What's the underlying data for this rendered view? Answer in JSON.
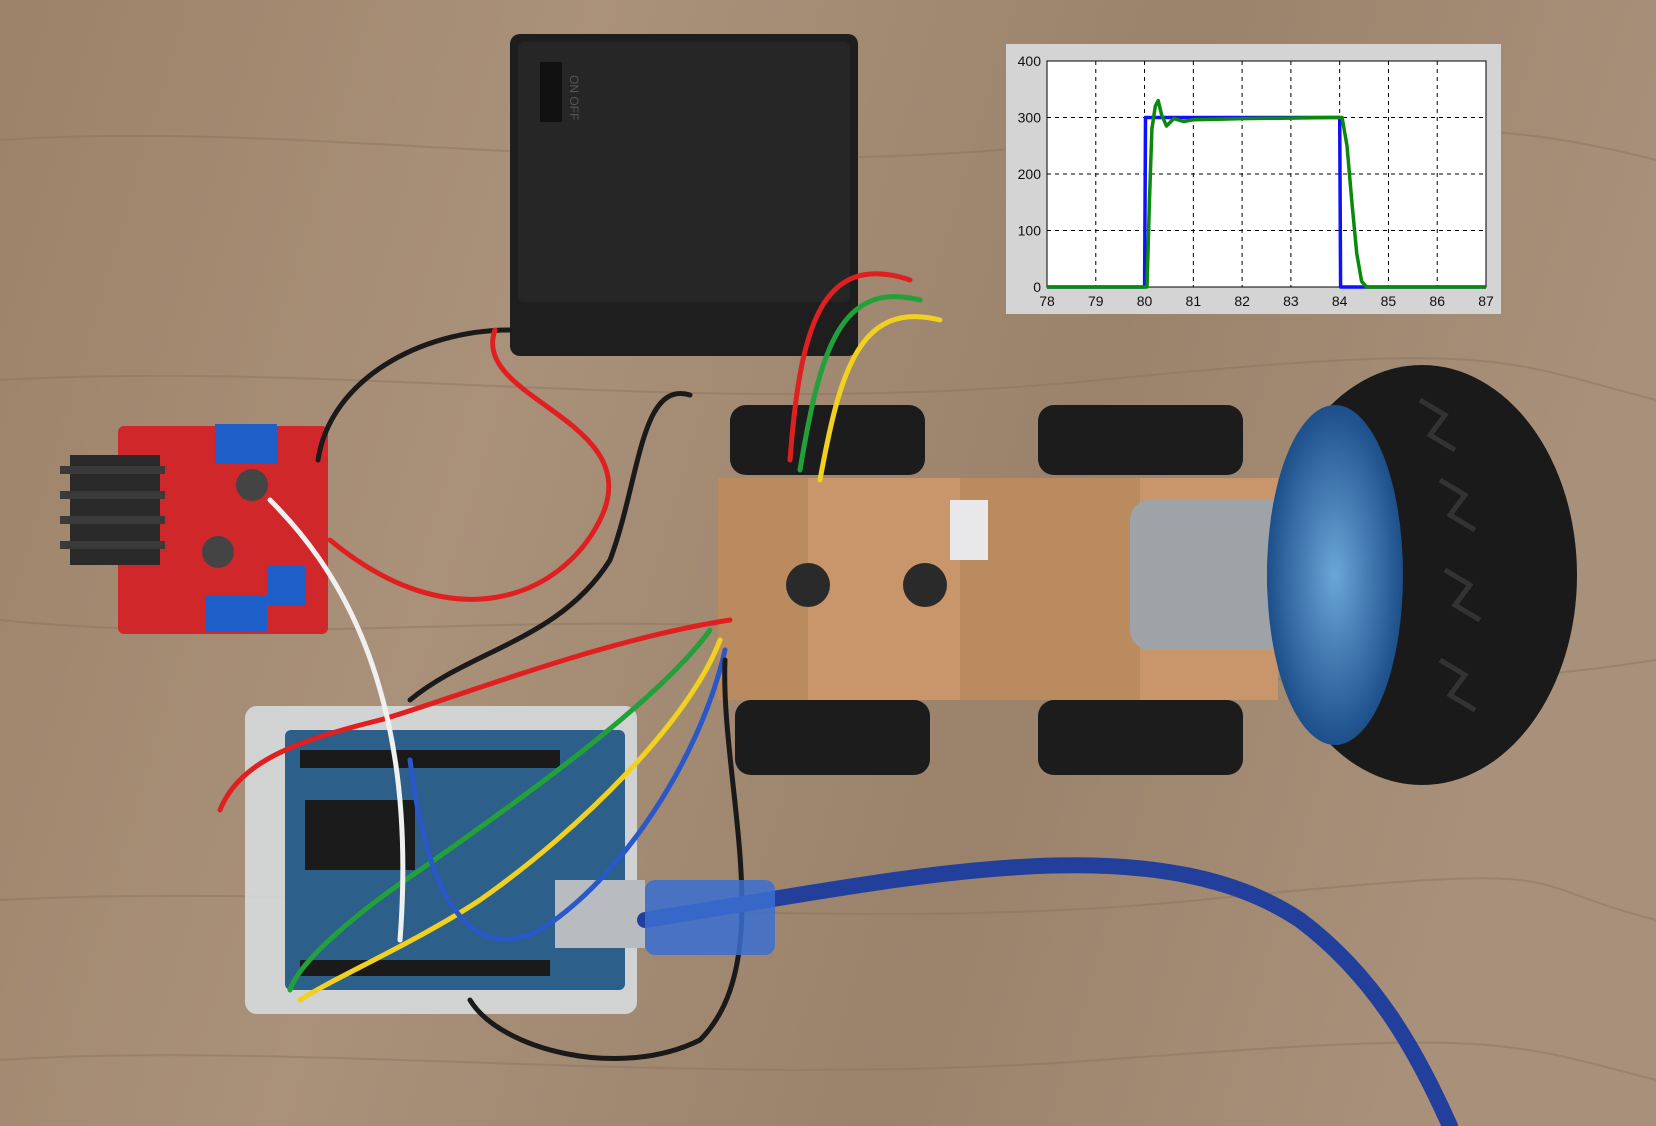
{
  "scene": {
    "description_colors": {
      "table_wood": "#a38a72",
      "battery_box": "#1f1f1f",
      "driver_board": "#d62a2a",
      "terminal_blue": "#1f5fc9",
      "arduino_case": "#d9dde0",
      "wood_block": "#c99867",
      "tape": "#b78a5c",
      "tire": "#1a1a1a",
      "rim": "#2f6fae",
      "motor_metal": "#9ea3a8",
      "usb_cable": "#233f9c"
    },
    "icons": [
      "battery-holder",
      "motor-driver-board",
      "arduino-board",
      "wooden-chassis",
      "dc-motor",
      "wheel",
      "usb-cable"
    ]
  },
  "chart_data": {
    "type": "line",
    "xlim": [
      78,
      87
    ],
    "ylim": [
      0,
      400
    ],
    "xticks": [
      "78",
      "79",
      "80",
      "81",
      "82",
      "83",
      "84",
      "85",
      "86",
      "87"
    ],
    "yticks": [
      "0",
      "100",
      "200",
      "300",
      "400"
    ],
    "grid": true,
    "series": [
      {
        "color": "#1010ff",
        "points": [
          [
            78,
            0
          ],
          [
            80,
            0
          ],
          [
            80.02,
            300
          ],
          [
            84,
            300
          ],
          [
            84.02,
            0
          ],
          [
            87,
            0
          ]
        ]
      },
      {
        "color": "#0a8a0a",
        "points": [
          [
            78,
            0
          ],
          [
            80.05,
            0
          ],
          [
            80.1,
            150
          ],
          [
            80.15,
            280
          ],
          [
            80.22,
            320
          ],
          [
            80.28,
            330
          ],
          [
            80.35,
            305
          ],
          [
            80.45,
            285
          ],
          [
            80.6,
            298
          ],
          [
            80.8,
            293
          ],
          [
            81.0,
            296
          ],
          [
            81.5,
            297
          ],
          [
            82.0,
            298
          ],
          [
            83.0,
            299
          ],
          [
            83.8,
            300
          ],
          [
            84.05,
            300
          ],
          [
            84.15,
            250
          ],
          [
            84.25,
            150
          ],
          [
            84.35,
            60
          ],
          [
            84.45,
            10
          ],
          [
            84.55,
            0
          ],
          [
            87,
            0
          ]
        ]
      }
    ]
  }
}
